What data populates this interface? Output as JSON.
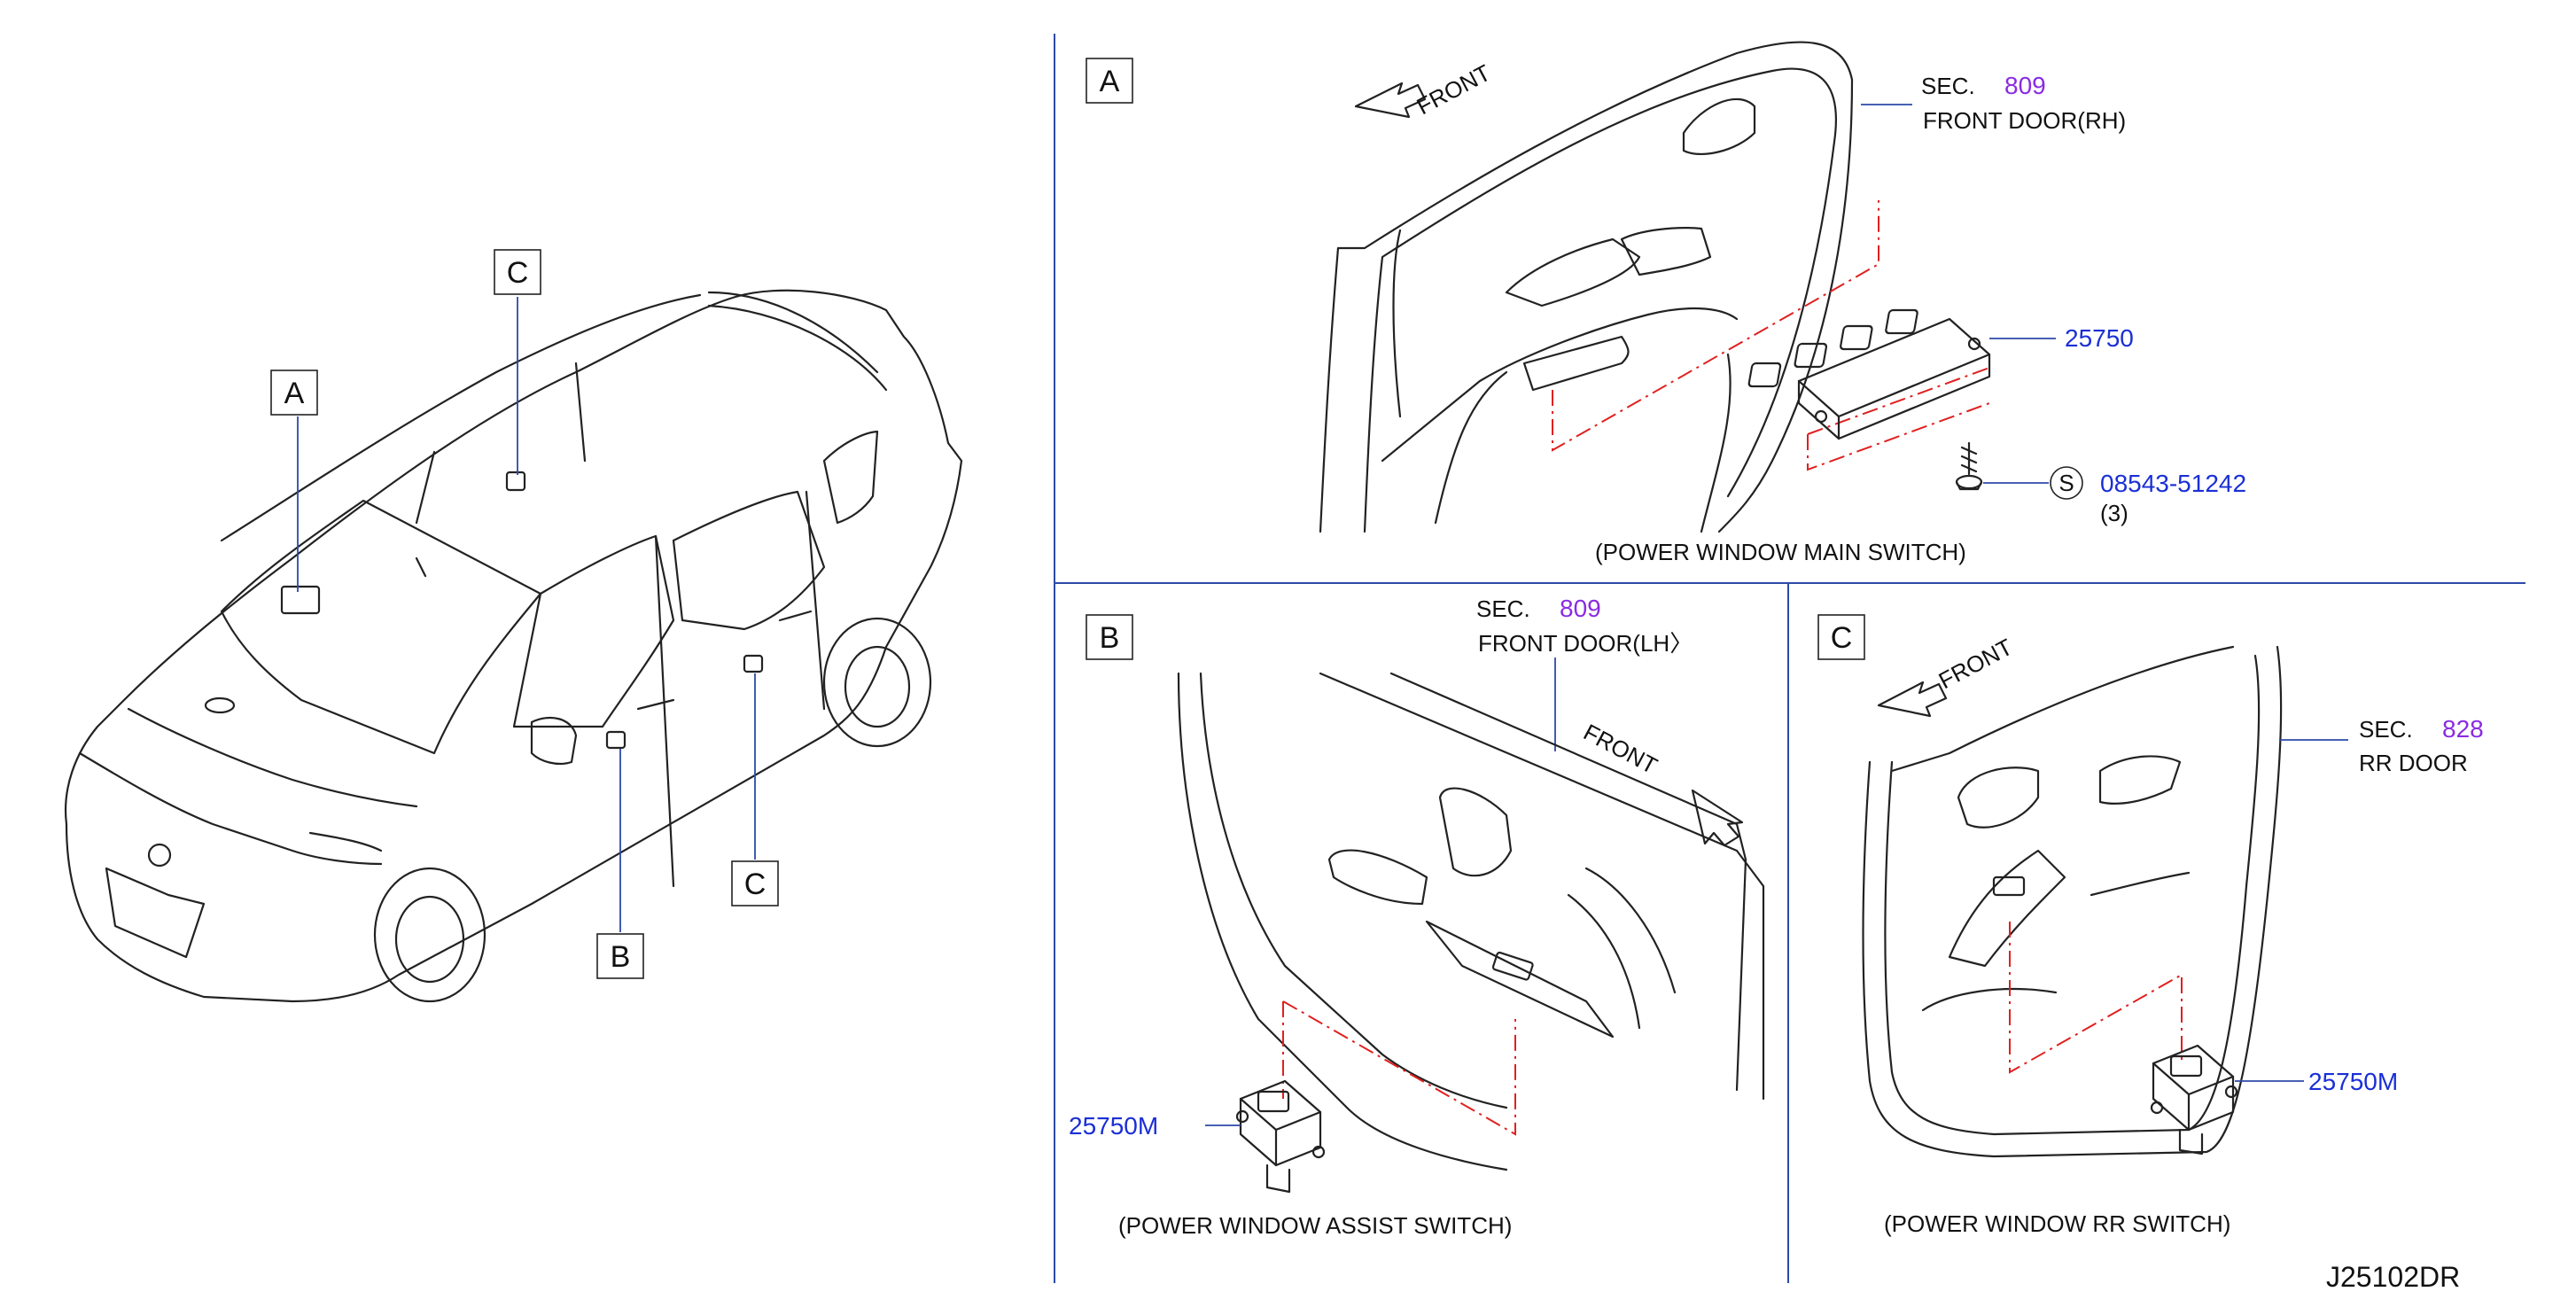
{
  "overview": {
    "callout_a": "A",
    "callout_b": "B",
    "callout_c_upper": "C",
    "callout_c_lower": "C"
  },
  "panel_a": {
    "letter": "A",
    "front_label": "FRONT",
    "sec_prefix": "SEC.",
    "sec_number": "809",
    "door_label": "FRONT   DOOR(RH)",
    "part_switch": "25750",
    "screw_symbol": "S",
    "part_screw": "08543-51242",
    "screw_qty": "(3)",
    "caption": "(POWER   WINDOW   MAIN   SWITCH)"
  },
  "panel_b": {
    "letter": "B",
    "sec_prefix": "SEC.",
    "sec_number": "809",
    "door_label": "FRONT   DOOR(LH〉",
    "front_label": "FRONT",
    "part_switch": "25750M",
    "caption": "(POWER   WINDOW   ASSIST   SWITCH)"
  },
  "panel_c": {
    "letter": "C",
    "front_label": "FRONT",
    "sec_prefix": "SEC.",
    "sec_number": "828",
    "door_label": "RR   DOOR",
    "part_switch": "25750M",
    "caption": "(POWER   WINDOW   RR   SWITCH)"
  },
  "diagram_code": "J25102DR",
  "colors": {
    "part_number": "#1a2fd6",
    "section_ref": "#8a2be2",
    "leader_line": "#2d4aa8",
    "phantom_line": "#e02020"
  }
}
